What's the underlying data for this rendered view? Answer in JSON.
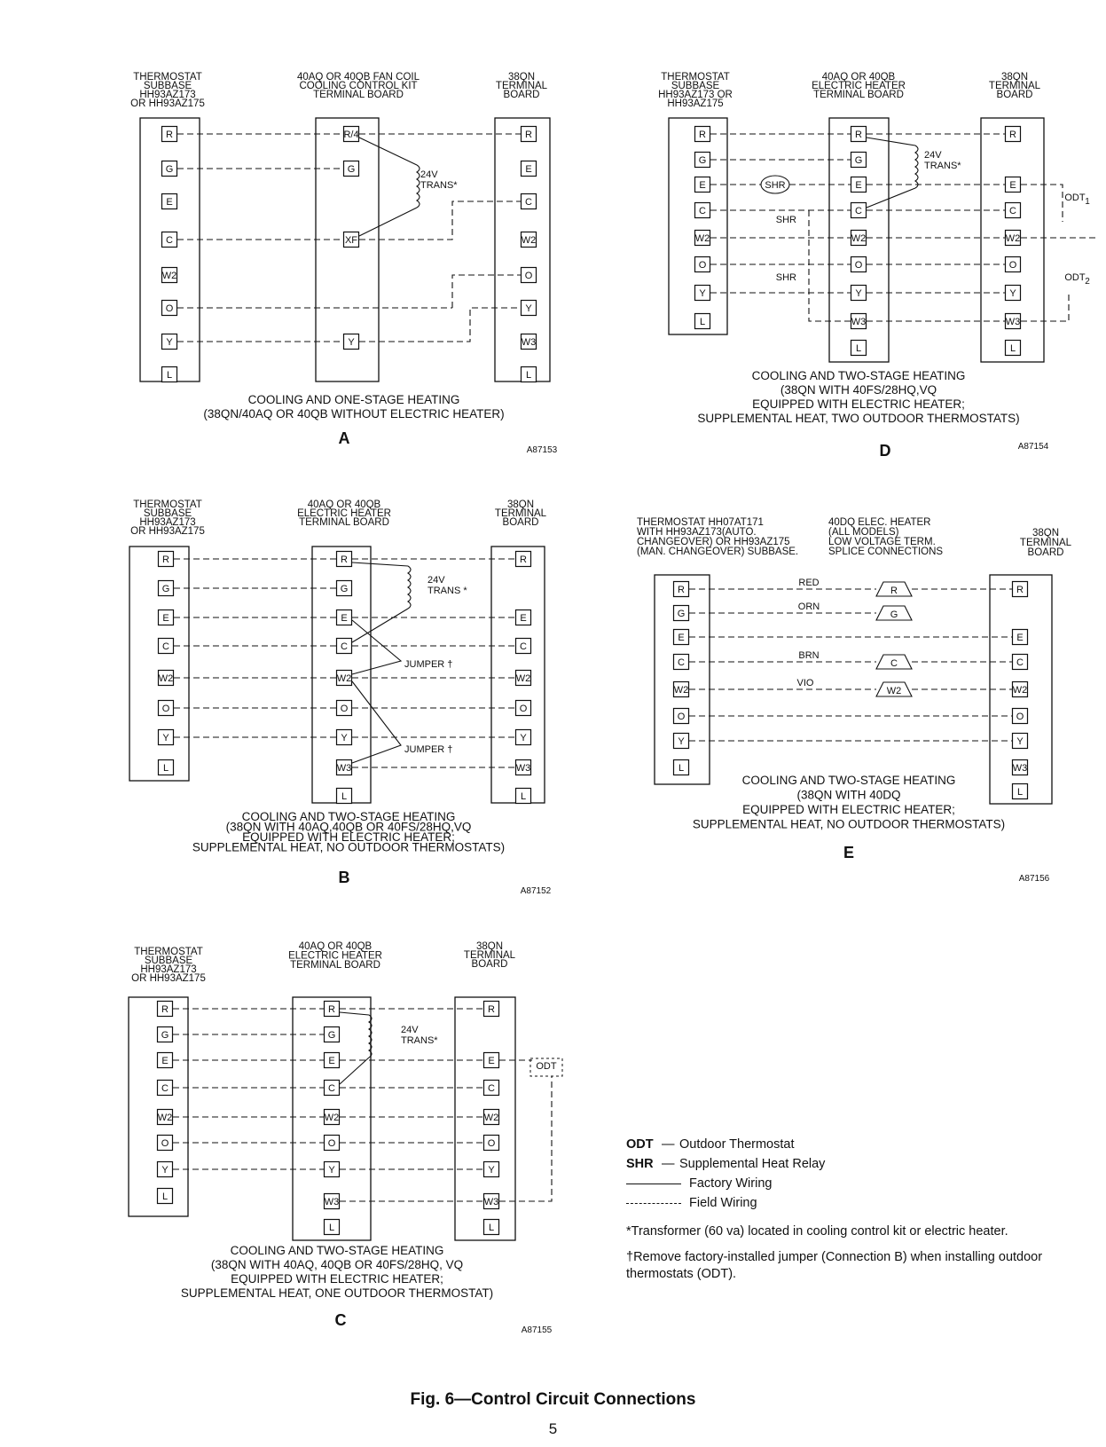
{
  "legend": {
    "odt_abbr": "ODT",
    "odt_text": "Outdoor Thermostat",
    "shr_abbr": "SHR",
    "shr_text": "Supplemental Heat Relay",
    "factory": "Factory Wiring",
    "field": "Field Wiring",
    "note_transformer": "*Transformer (60 va) located in cooling control kit or electric heater.",
    "note_jumper": "†Remove factory-installed jumper (Connection B) when installing outdoor thermostats (ODT)."
  },
  "figure_title": "Fig. 6—Control Circuit Connections",
  "page_number": "5",
  "trans_label": [
    "24V",
    "TRANS*"
  ],
  "diagrams": {
    "A": {
      "letter": "A",
      "code": "A87153",
      "left_header": [
        "THERMOSTAT",
        "SUBBASE",
        "HH93AZ173",
        "OR HH93AZ175"
      ],
      "mid_header": [
        "40AQ OR 40QB FAN COIL",
        "COOLING CONTROL KIT",
        "TERMINAL BOARD"
      ],
      "right_header": [
        "38QN",
        "TERMINAL",
        "BOARD"
      ],
      "left_terms": [
        "R",
        "G",
        "E",
        "C",
        "W2",
        "O",
        "Y",
        "L"
      ],
      "mid_terms": [
        "R/4",
        "G",
        "XF",
        "Y"
      ],
      "right_terms": [
        "R",
        "E",
        "C",
        "W2",
        "O",
        "Y",
        "W3",
        "L"
      ],
      "caption": [
        "COOLING AND ONE-STAGE HEATING",
        "(38QN/40AQ OR 40QB WITHOUT ELECTRIC HEATER)"
      ]
    },
    "B": {
      "letter": "B",
      "code": "A87152",
      "left_header": [
        "THERMOSTAT",
        "SUBBASE",
        "HH93AZ173",
        "OR HH93AZ175"
      ],
      "mid_header": [
        "40AQ OR 40QB",
        "ELECTRIC HEATER",
        "TERMINAL BOARD"
      ],
      "right_header": [
        "38QN",
        "TERMINAL",
        "BOARD"
      ],
      "left_terms": [
        "R",
        "G",
        "E",
        "C",
        "W2",
        "O",
        "Y",
        "L"
      ],
      "mid_terms": [
        "R",
        "G",
        "E",
        "C",
        "W2",
        "O",
        "Y",
        "W3",
        "L"
      ],
      "right_terms": [
        "R",
        "E",
        "C",
        "W2",
        "O",
        "Y",
        "W3",
        "L"
      ],
      "jumper": "JUMPER †",
      "trans": [
        "24V",
        "TRANS *"
      ],
      "caption": [
        "COOLING AND TWO-STAGE HEATING",
        "(38QN WITH 40AQ,40QB OR 40FS/28HQ,VQ",
        "EQUIPPED WITH ELECTRIC HEATER;",
        "SUPPLEMENTAL HEAT, NO OUTDOOR THERMOSTATS)"
      ]
    },
    "C": {
      "letter": "C",
      "code": "A87155",
      "left_header": [
        "THERMOSTAT",
        "SUBBASE",
        "HH93AZ173",
        "OR HH93AZ175"
      ],
      "mid_header": [
        "40AQ OR 40QB",
        "ELECTRIC HEATER",
        "TERMINAL BOARD"
      ],
      "right_header": [
        "38QN",
        "TERMINAL",
        "BOARD"
      ],
      "left_terms": [
        "R",
        "G",
        "E",
        "C",
        "W2",
        "O",
        "Y",
        "L"
      ],
      "mid_terms": [
        "R",
        "G",
        "E",
        "C",
        "W2",
        "O",
        "Y",
        "W3",
        "L"
      ],
      "right_terms": [
        "R",
        "E",
        "C",
        "W2",
        "O",
        "Y",
        "W3",
        "L"
      ],
      "odt": "ODT",
      "caption": [
        "COOLING AND TWO-STAGE HEATING",
        "(38QN WITH 40AQ, 40QB OR 40FS/28HQ, VQ",
        "EQUIPPED WITH ELECTRIC HEATER;",
        "SUPPLEMENTAL HEAT, ONE OUTDOOR THERMOSTAT)"
      ]
    },
    "D": {
      "letter": "D",
      "code": "A87154",
      "left_header": [
        "THERMOSTAT",
        "SUBBASE",
        "HH93AZ173 OR",
        "HH93AZ175"
      ],
      "mid_header": [
        "40AQ OR 40QB",
        "ELECTRIC HEATER",
        "TERMINAL BOARD"
      ],
      "right_header": [
        "38QN",
        "TERMINAL",
        "BOARD"
      ],
      "left_terms": [
        "R",
        "G",
        "E",
        "C",
        "W2",
        "O",
        "Y",
        "L"
      ],
      "mid_terms": [
        "R",
        "G",
        "E",
        "C",
        "W2",
        "O",
        "Y",
        "W3",
        "L"
      ],
      "right_terms": [
        "R",
        "E",
        "C",
        "W2",
        "O",
        "Y",
        "W3",
        "L"
      ],
      "shr": "SHR",
      "odt1": "ODT1",
      "odt2": "ODT2",
      "caption": [
        "COOLING AND TWO-STAGE HEATING",
        "(38QN WITH 40FS/28HQ,VQ",
        "EQUIPPED WITH ELECTRIC HEATER;",
        "SUPPLEMENTAL HEAT, TWO OUTDOOR THERMOSTATS)"
      ]
    },
    "E": {
      "letter": "E",
      "code": "A87156",
      "left_header": [
        "THERMOSTAT HH07AT171",
        "WITH HH93AZ173(AUTO.",
        "CHANGEOVER) OR HH93AZ175",
        "(MAN. CHANGEOVER) SUBBASE."
      ],
      "mid_header": [
        "40DQ ELEC. HEATER",
        "(ALL MODELS)",
        "LOW VOLTAGE TERM.",
        "SPLICE CONNECTIONS"
      ],
      "right_header": [
        "38QN",
        "TERMINAL",
        "BOARD"
      ],
      "left_terms": [
        "R",
        "G",
        "E",
        "C",
        "W2",
        "O",
        "Y",
        "L"
      ],
      "splices": [
        "R",
        "G",
        "C",
        "W2"
      ],
      "wire_colors": [
        "RED",
        "ORN",
        "BRN",
        "VIO"
      ],
      "right_terms": [
        "R",
        "E",
        "C",
        "W2",
        "O",
        "Y",
        "W3",
        "L"
      ],
      "caption": [
        "COOLING AND TWO-STAGE HEATING",
        "(38QN WITH 40DQ",
        "EQUIPPED WITH ELECTRIC HEATER;",
        "SUPPLEMENTAL HEAT, NO OUTDOOR THERMOSTATS)"
      ]
    }
  }
}
